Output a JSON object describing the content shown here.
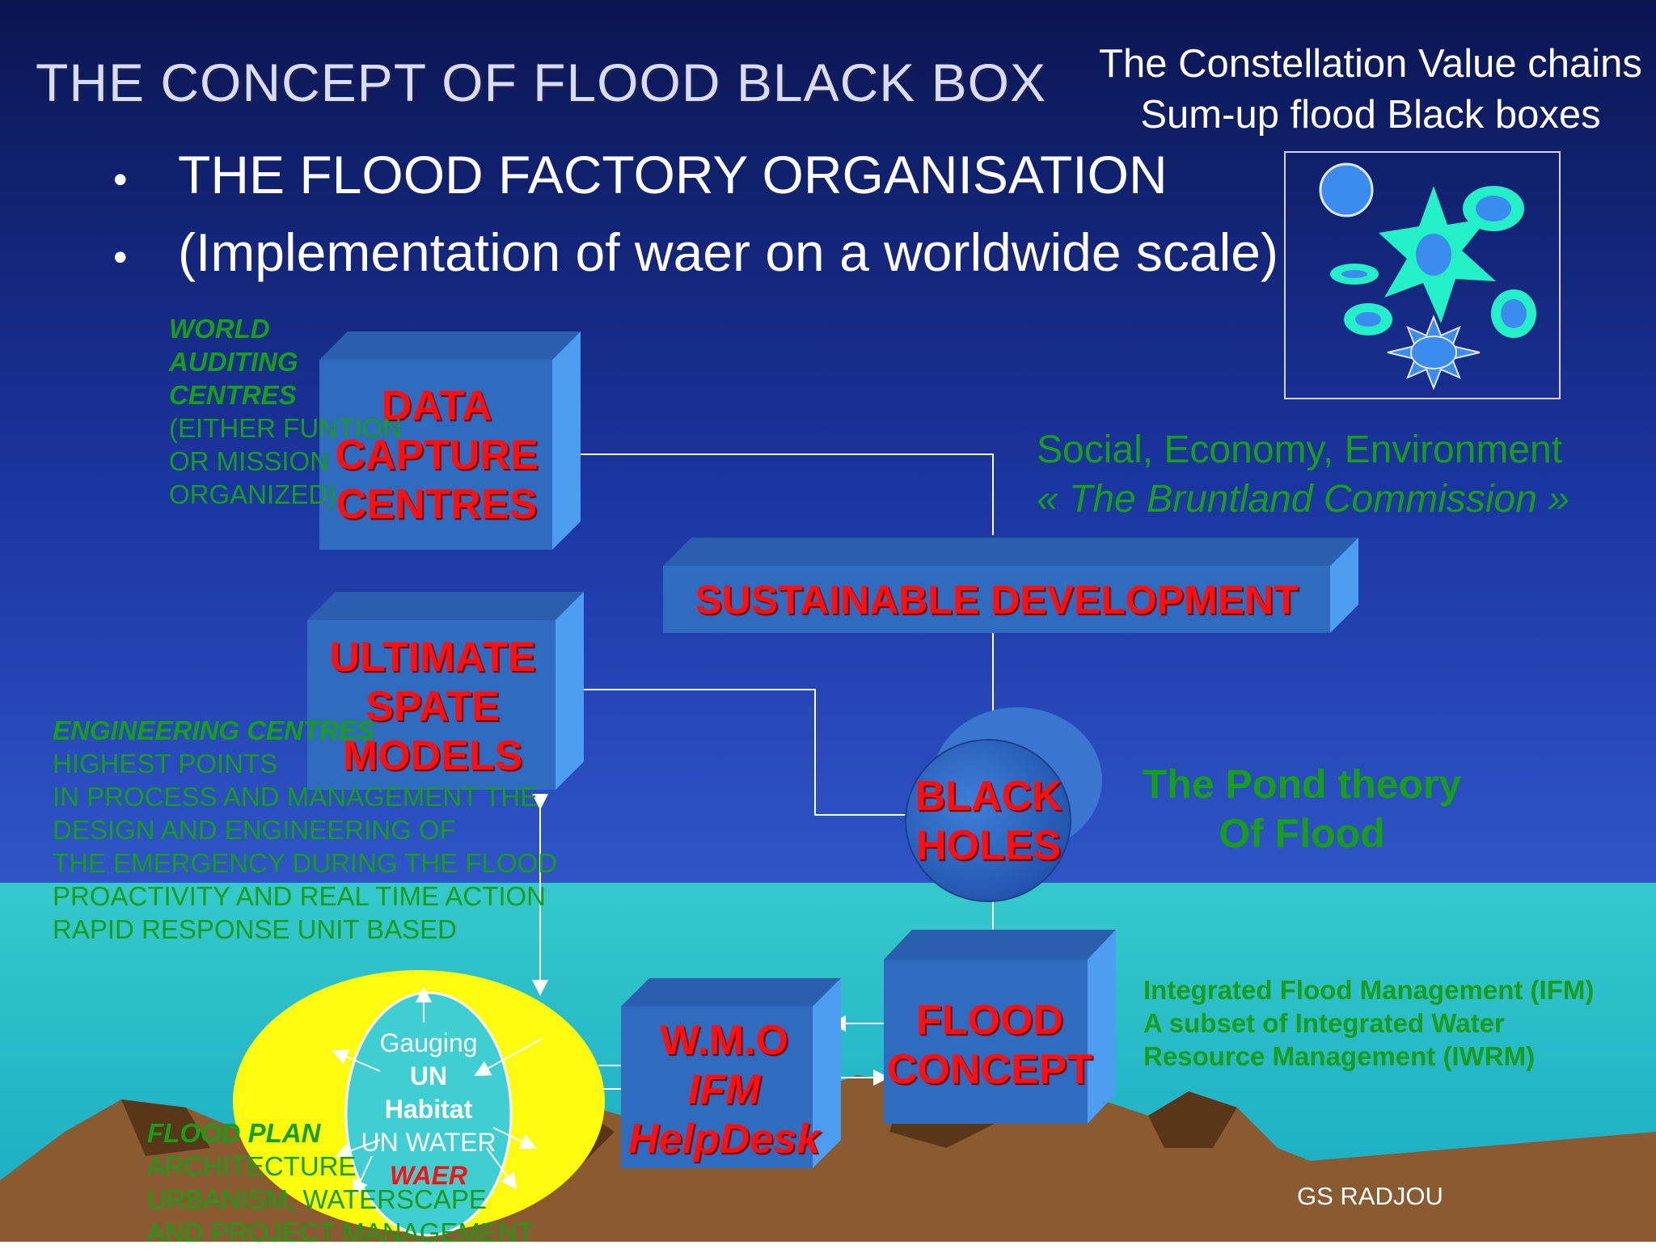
{
  "title": "THE CONCEPT OF FLOOD BLACK BOX",
  "corner_caption": {
    "line1": "The Constellation Value chains",
    "line2": "Sum-up flood Black boxes"
  },
  "bullets": [
    "THE FLOOD FACTORY ORGANISATION",
    "(Implementation of waer on a worldwide scale)"
  ],
  "bullet_symbol": "•",
  "data_capture": {
    "lines": [
      "DATA",
      "CAPTURE",
      "CENTRES"
    ]
  },
  "world_auditing": {
    "bold_lines": [
      "WORLD",
      "AUDITING",
      "CENTRES"
    ],
    "lines": [
      "(EITHER FUNTION",
      "OR MISSION",
      "ORGANIZED)"
    ]
  },
  "sustainable": {
    "label": "SUSTAINABLE DEVELOPMENT"
  },
  "social": {
    "line1": "Social, Economy, Environment",
    "line2": "« The Bruntland Commission »"
  },
  "ultimate": {
    "lines": [
      "ULTIMATE",
      "SPATE",
      "MODELS"
    ]
  },
  "engineering": {
    "heading": "ENGINEERING CENTRES",
    "lines": [
      "HIGHEST POINTS",
      "IN PROCESS AND MANAGEMENT THE",
      "DESIGN AND ENGINEERING OF",
      "THE EMERGENCY DURING THE FLOOD",
      "PROACTIVITY AND REAL TIME ACTION",
      "RAPID RESPONSE UNIT BASED"
    ]
  },
  "black_holes": {
    "lines": [
      "BLACK",
      "HOLES"
    ]
  },
  "pond": {
    "line1": "The Pond theory",
    "line2": "Of Flood"
  },
  "flood_concept": {
    "lines": [
      "FLOOD",
      "CONCEPT"
    ]
  },
  "wmo": {
    "line1": "W.M.O",
    "line2": "IFM",
    "line3": "HelpDesk"
  },
  "ifm_text": {
    "lines": [
      "Integrated Flood Management (IFM)",
      "A subset of Integrated Water",
      "Resource Management (IWRM)"
    ]
  },
  "gauging": {
    "line1": "Gauging",
    "line2": "UN",
    "line3": "Habitat",
    "line4": "UN WATER",
    "line5": "WAER"
  },
  "flood_plan": {
    "heading": "FLOOD PLAN",
    "lines": [
      "ARCHITECTURE",
      "URBANISM, WATERSCAPE",
      "AND PROJECT MANAGEMENT"
    ]
  },
  "author": "GS RADJOU",
  "colors": {
    "sky_top": "#0a1550",
    "sky_bottom": "#2f55c9",
    "sea": "#3fcfd2",
    "box_face": "#2f6bbf",
    "box_side": "#4d9df0",
    "label_red": "#ff1010",
    "text_green": "#169e16",
    "constellation": "#24f0c8",
    "ellipse_yellow": "#fffb10"
  },
  "icons": [
    "star-burst-icon",
    "sun-icon",
    "circle-icon",
    "ring-icon",
    "arrowhead-icon"
  ]
}
